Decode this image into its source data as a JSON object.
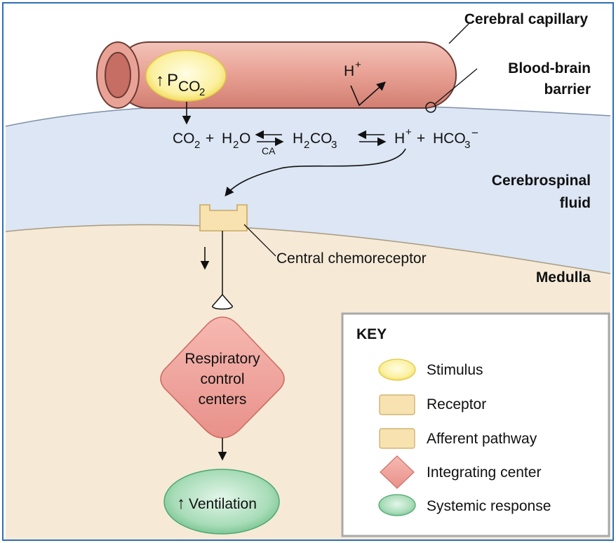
{
  "labels": {
    "cerebral_capillary": "Cerebral capillary",
    "blood_brain_barrier_line1": "Blood-brain",
    "blood_brain_barrier_line2": "barrier",
    "csf_line1": "Cerebrospinal",
    "csf_line2": "fluid",
    "medulla": "Medulla",
    "central_chemoreceptor": "Central chemoreceptor"
  },
  "stimulus": {
    "arrow": "↑",
    "p": "P",
    "sub": "CO",
    "subsub": "2"
  },
  "capillary_ion": {
    "base": "H",
    "sup": "+"
  },
  "reaction": {
    "co2": "CO",
    "co2_sub": "2",
    "plus1": " + ",
    "h2o_h": "H",
    "h2o_sub": "2",
    "h2o_o": "O",
    "ca": "CA",
    "h2co3_h": "H",
    "h2co3_sub": "2",
    "h2co3_co": "CO",
    "h2co3_sub2": "3",
    "h": "H",
    "h_sup": "+",
    "plus2": " + ",
    "hco3": "HCO",
    "hco3_sub": "3",
    "hco3_sup": "−"
  },
  "integrating_center": {
    "line1": "Respiratory",
    "line2": "control",
    "line3": "centers"
  },
  "response": {
    "arrow": "↑",
    "text": "Ventilation"
  },
  "key": {
    "title": "KEY",
    "items": [
      {
        "label": "Stimulus",
        "shape": "ellipse"
      },
      {
        "label": "Receptor",
        "shape": "rect"
      },
      {
        "label": "Afferent pathway",
        "shape": "rect"
      },
      {
        "label": "Integrating center",
        "shape": "diamond"
      },
      {
        "label": "Systemic response",
        "shape": "ellipse-green"
      }
    ]
  },
  "colors": {
    "border": "#2f6fb5",
    "csf": "#dce6f4",
    "medulla": "#f6ead7",
    "capillary": "#e8a59a",
    "stimulus": "#fbf0a0",
    "receptor": "#f7e2b0",
    "integrating": "#ef9f98",
    "response": "#a8dcb8"
  }
}
